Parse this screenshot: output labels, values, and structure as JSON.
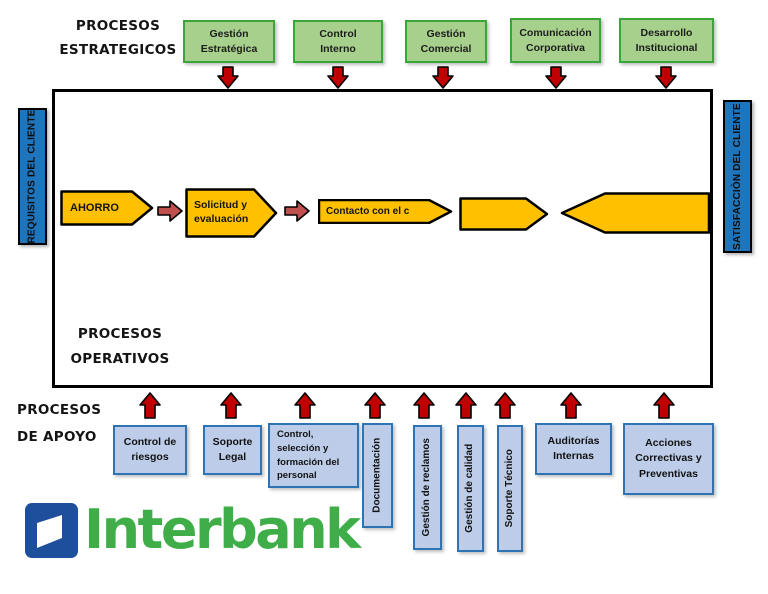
{
  "colors": {
    "green_fill": "#A8D08D",
    "green_border": "#3AA53A",
    "yellow_fill": "#FFC000",
    "red_arrow": "#C00000",
    "connector_red": "#C0504D",
    "side_blue": "#1F75BC",
    "support_fill": "#BDCDE9",
    "support_border": "#2E74B5",
    "logo_blue": "#1D4F9C",
    "logo_green": "#3FAE49"
  },
  "sections": {
    "strategic": "PROCESOS\nESTRATEGICOS",
    "operative": "PROCESOS\nOPERATIVOS",
    "support": "PROCESOS\nDE APOYO"
  },
  "client_labels": {
    "left": "REQUISITOS DEL CLIENTE",
    "right": "SATISFACCIÒN DEL CLIENTE"
  },
  "strategic_boxes": [
    {
      "label": "Gestión\nEstratégica"
    },
    {
      "label": "Control\nInterno"
    },
    {
      "label": "Gestión\nComercial"
    },
    {
      "label": "Comunicación\nCorporativa"
    },
    {
      "label": "Desarrollo\nInstitucional"
    }
  ],
  "flow": {
    "step1": "AHORRO",
    "step2": "Solicitud y\nevaluación",
    "step3": "Contacto con el c",
    "step4": "",
    "step5": ""
  },
  "support_boxes": [
    {
      "label": "Control de\nriesgos"
    },
    {
      "label": "Soporte\nLegal"
    },
    {
      "label": "Control,\nselección y\nformación del\npersonal"
    },
    {
      "label": "Documentación"
    },
    {
      "label": "Gestión de reclamos"
    },
    {
      "label": "Gestión de calidad"
    },
    {
      "label": "Soporte Técnico"
    },
    {
      "label": "Auditorías\nInternas"
    },
    {
      "label": "Acciones\nCorrectivas y\nPreventivas"
    }
  ],
  "logo": {
    "text": "Interbank"
  }
}
